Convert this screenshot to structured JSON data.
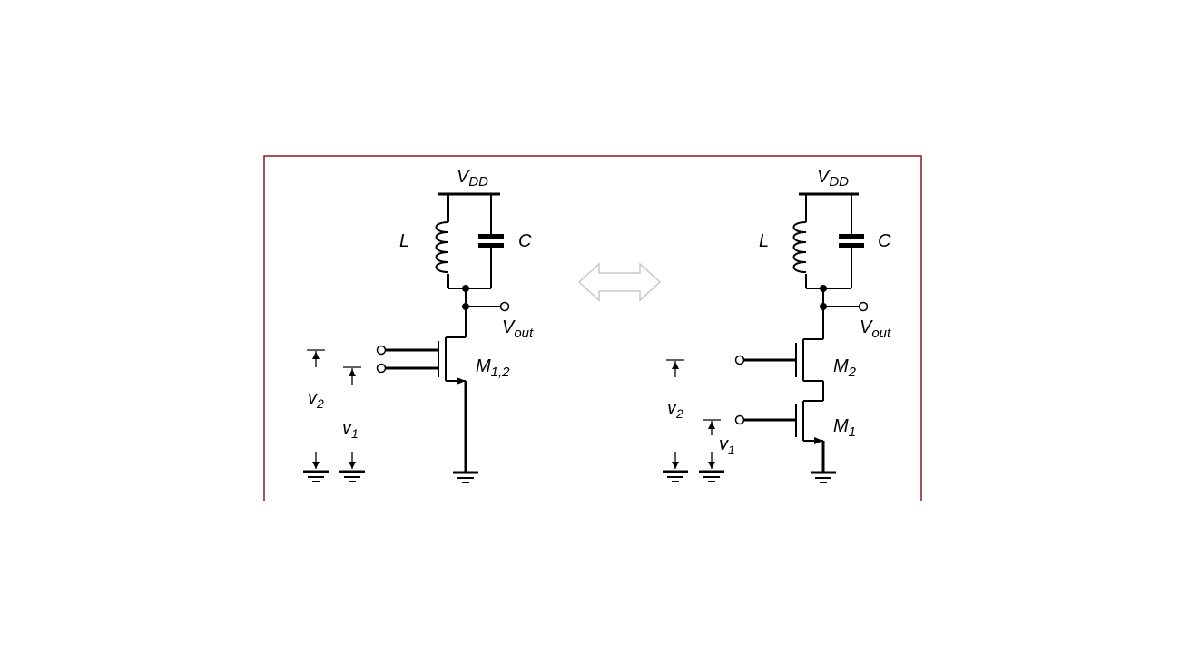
{
  "colors": {
    "frame": "#8b1a1a",
    "wire": "#000000",
    "arrow_outline": "#c8c8c8",
    "background": "#ffffff"
  },
  "left_circuit": {
    "supply": "V",
    "supply_sub": "DD",
    "inductor": "L",
    "capacitor": "C",
    "output": "V",
    "output_sub": "out",
    "transistor": "M",
    "transistor_sub": "1,2",
    "source_v2": "v",
    "source_v2_sub": "2",
    "source_v1": "v",
    "source_v1_sub": "1"
  },
  "right_circuit": {
    "supply": "V",
    "supply_sub": "DD",
    "inductor": "L",
    "capacitor": "C",
    "output": "V",
    "output_sub": "out",
    "transistor_top": "M",
    "transistor_top_sub": "2",
    "transistor_bottom": "M",
    "transistor_bottom_sub": "1",
    "source_v2": "v",
    "source_v2_sub": "2",
    "source_v1": "v",
    "source_v1_sub": "1"
  },
  "equivalence_icon": "double-headed-arrow-icon"
}
